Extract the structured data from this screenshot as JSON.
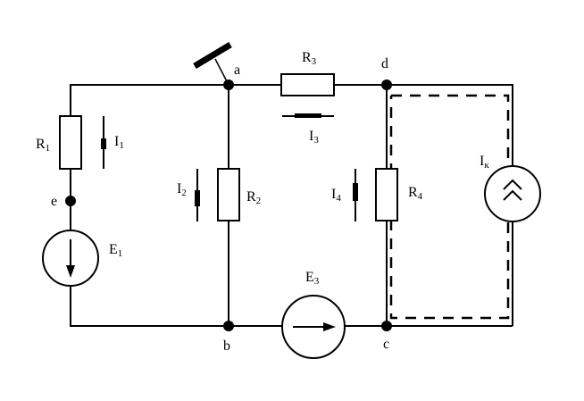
{
  "diagram": {
    "type": "electrical-circuit",
    "nodes": {
      "a": "a",
      "b": "b",
      "c": "c",
      "d": "d",
      "e": "e"
    },
    "resistors": [
      {
        "id": "R1",
        "base": "R",
        "sub": "1"
      },
      {
        "id": "R2",
        "base": "R",
        "sub": "2"
      },
      {
        "id": "R3",
        "base": "R",
        "sub": "3"
      },
      {
        "id": "R4",
        "base": "R",
        "sub": "4"
      }
    ],
    "sources": [
      {
        "id": "E1",
        "base": "E",
        "sub": "1",
        "kind": "voltage-source",
        "direction": "down"
      },
      {
        "id": "E3",
        "base": "E",
        "sub": "3",
        "kind": "voltage-source",
        "direction": "right"
      },
      {
        "id": "Ik",
        "base": "I",
        "sub": "к",
        "kind": "current-source",
        "direction": "up"
      }
    ],
    "currents": [
      {
        "id": "I1",
        "base": "I",
        "sub": "1",
        "direction": "down"
      },
      {
        "id": "I2",
        "base": "I",
        "sub": "2",
        "direction": "down"
      },
      {
        "id": "I3",
        "base": "I",
        "sub": "3",
        "direction": "left"
      },
      {
        "id": "I4",
        "base": "I",
        "sub": "4",
        "direction": "up"
      }
    ],
    "ground_symbol": "grounded-at-node-a",
    "loop_contour": "dashed-loop-d-c"
  }
}
